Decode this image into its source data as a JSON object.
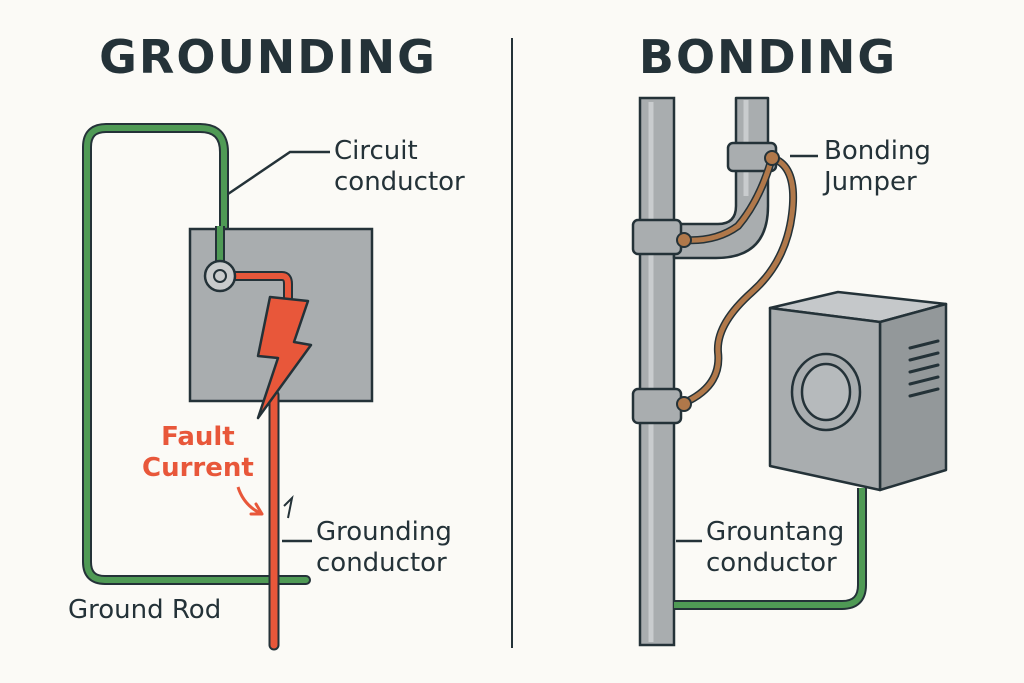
{
  "grounding": {
    "title": "GROUNDING",
    "circuit_conductor": [
      "Circuit",
      "conductor"
    ],
    "fault_current": [
      "Fault",
      "Current"
    ],
    "grounding_conductor": [
      "Grounding",
      "conductor"
    ],
    "ground_rod": "Ground Rod"
  },
  "bonding": {
    "title": "BONDING",
    "bonding_jumper": [
      "Bonding",
      "Jumper"
    ],
    "grounding_conductor": [
      "Grountang",
      "conductor"
    ]
  },
  "colors": {
    "ink": "#243238",
    "green_wire": "#4f9a55",
    "fault_red": "#e8573a",
    "copper": "#b0784a",
    "metal_gray": "#a9adaf"
  }
}
